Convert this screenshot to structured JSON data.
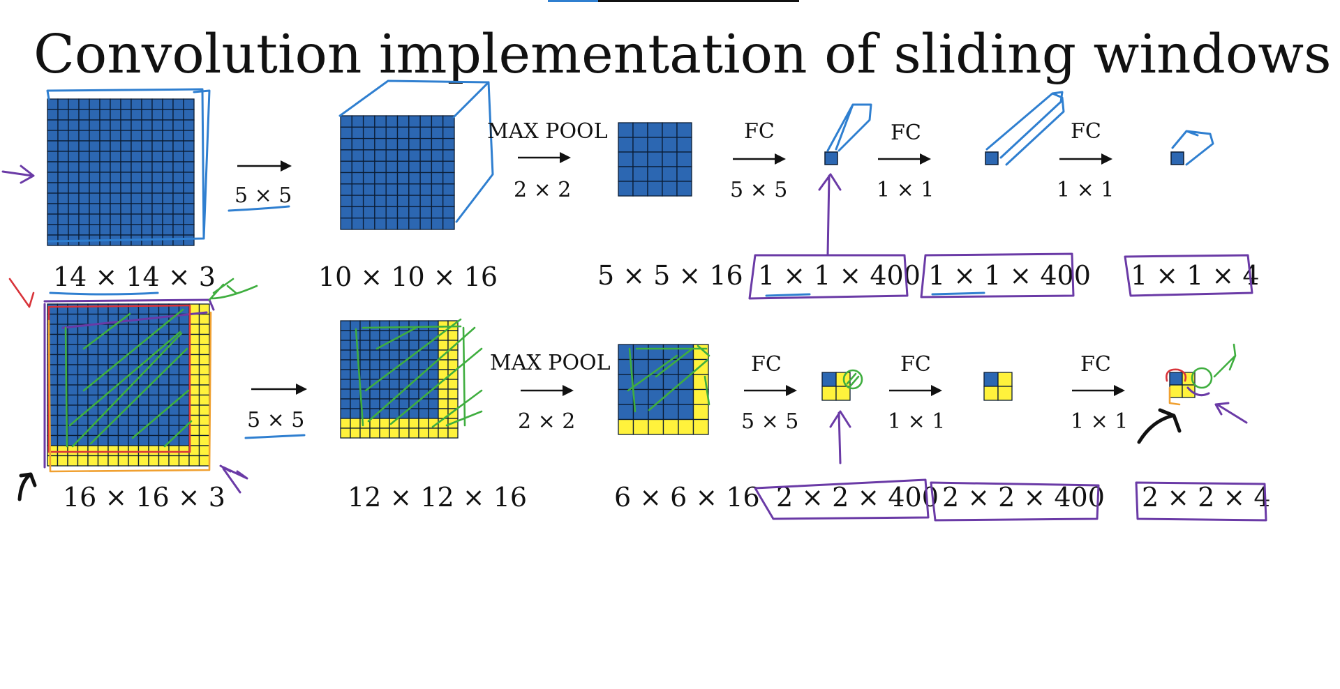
{
  "title": "Convolution implementation of sliding windows",
  "colors": {
    "cell_blue": "#2c67b2",
    "cell_yellow": "#fff23c",
    "grid_line": "#0b1c33",
    "pen_blue": "#2f7fd0",
    "pen_purple": "#6a3aa6",
    "pen_green": "#3fae3f",
    "pen_red": "#d8343a",
    "pen_black": "#111111"
  },
  "row1": {
    "shapes": [
      "14 × 14  × 3",
      "10 × 10 × 16",
      "5 × 5 × 16",
      "1 × 1 × 400",
      "1 × 1 × 400",
      "1 × 1 × 4"
    ],
    "ops": [
      {
        "name": "",
        "size": "5 × 5"
      },
      {
        "name": "MAX POOL",
        "size": "2 × 2"
      },
      {
        "name": "FC",
        "size": "5 × 5"
      },
      {
        "name": "FC",
        "size": "1 × 1"
      },
      {
        "name": "FC",
        "size": "1 × 1"
      }
    ]
  },
  "row2": {
    "shapes": [
      "16 × 16 × 3",
      "12 × 12 × 16",
      "6 × 6 × 16",
      "2 × 2 × 400",
      "2 × 2 × 400",
      "2 × 2 × 4"
    ],
    "ops": [
      {
        "name": "",
        "size": "5 × 5"
      },
      {
        "name": "MAX POOL",
        "size": "2 × 2"
      },
      {
        "name": "FC",
        "size": "5 × 5"
      },
      {
        "name": "FC",
        "size": "1 × 1"
      },
      {
        "name": "FC",
        "size": "1 × 1"
      }
    ]
  }
}
